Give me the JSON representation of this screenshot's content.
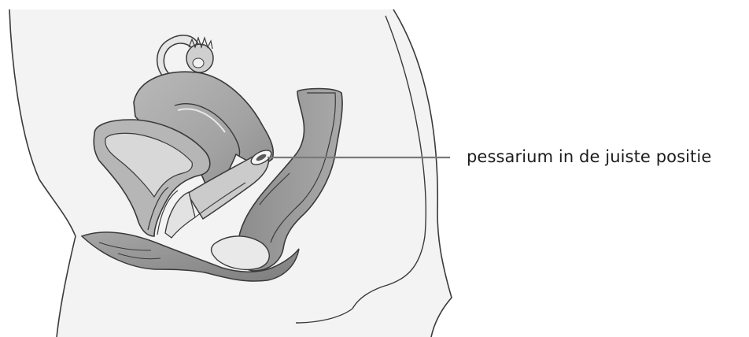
{
  "callout": {
    "label": "pessarium in de juiste positie"
  },
  "colors": {
    "outline": "#3a3a3a",
    "body_fill": "#f1f1f1",
    "organ_dark": "#8f8f8f",
    "organ_mid": "#b4b4b4",
    "organ_light": "#d2d2d2",
    "leader_line": "#7a7a7a"
  },
  "figure": {
    "parts": [
      "pelvis-outline",
      "fallopian-tube",
      "ovary",
      "uterus",
      "bladder",
      "vagina",
      "rectum",
      "pessary",
      "pelvic-floor"
    ]
  }
}
